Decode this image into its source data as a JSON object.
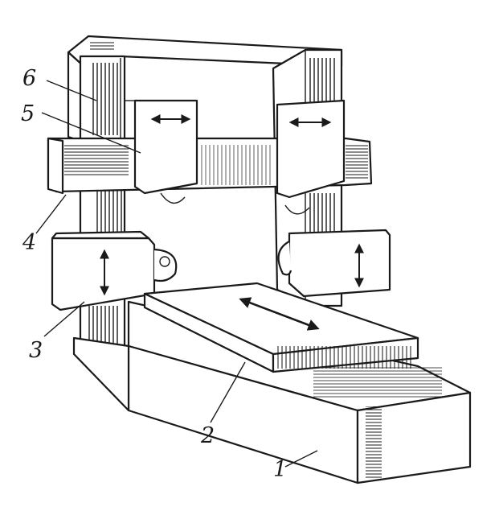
{
  "labels": {
    "bed": "1",
    "table": "2",
    "side_head": "3",
    "crossrail": "4",
    "vertical_head": "5",
    "column": "6"
  },
  "colors": {
    "ink": "#1a1a1a",
    "paper": "#ffffff"
  }
}
